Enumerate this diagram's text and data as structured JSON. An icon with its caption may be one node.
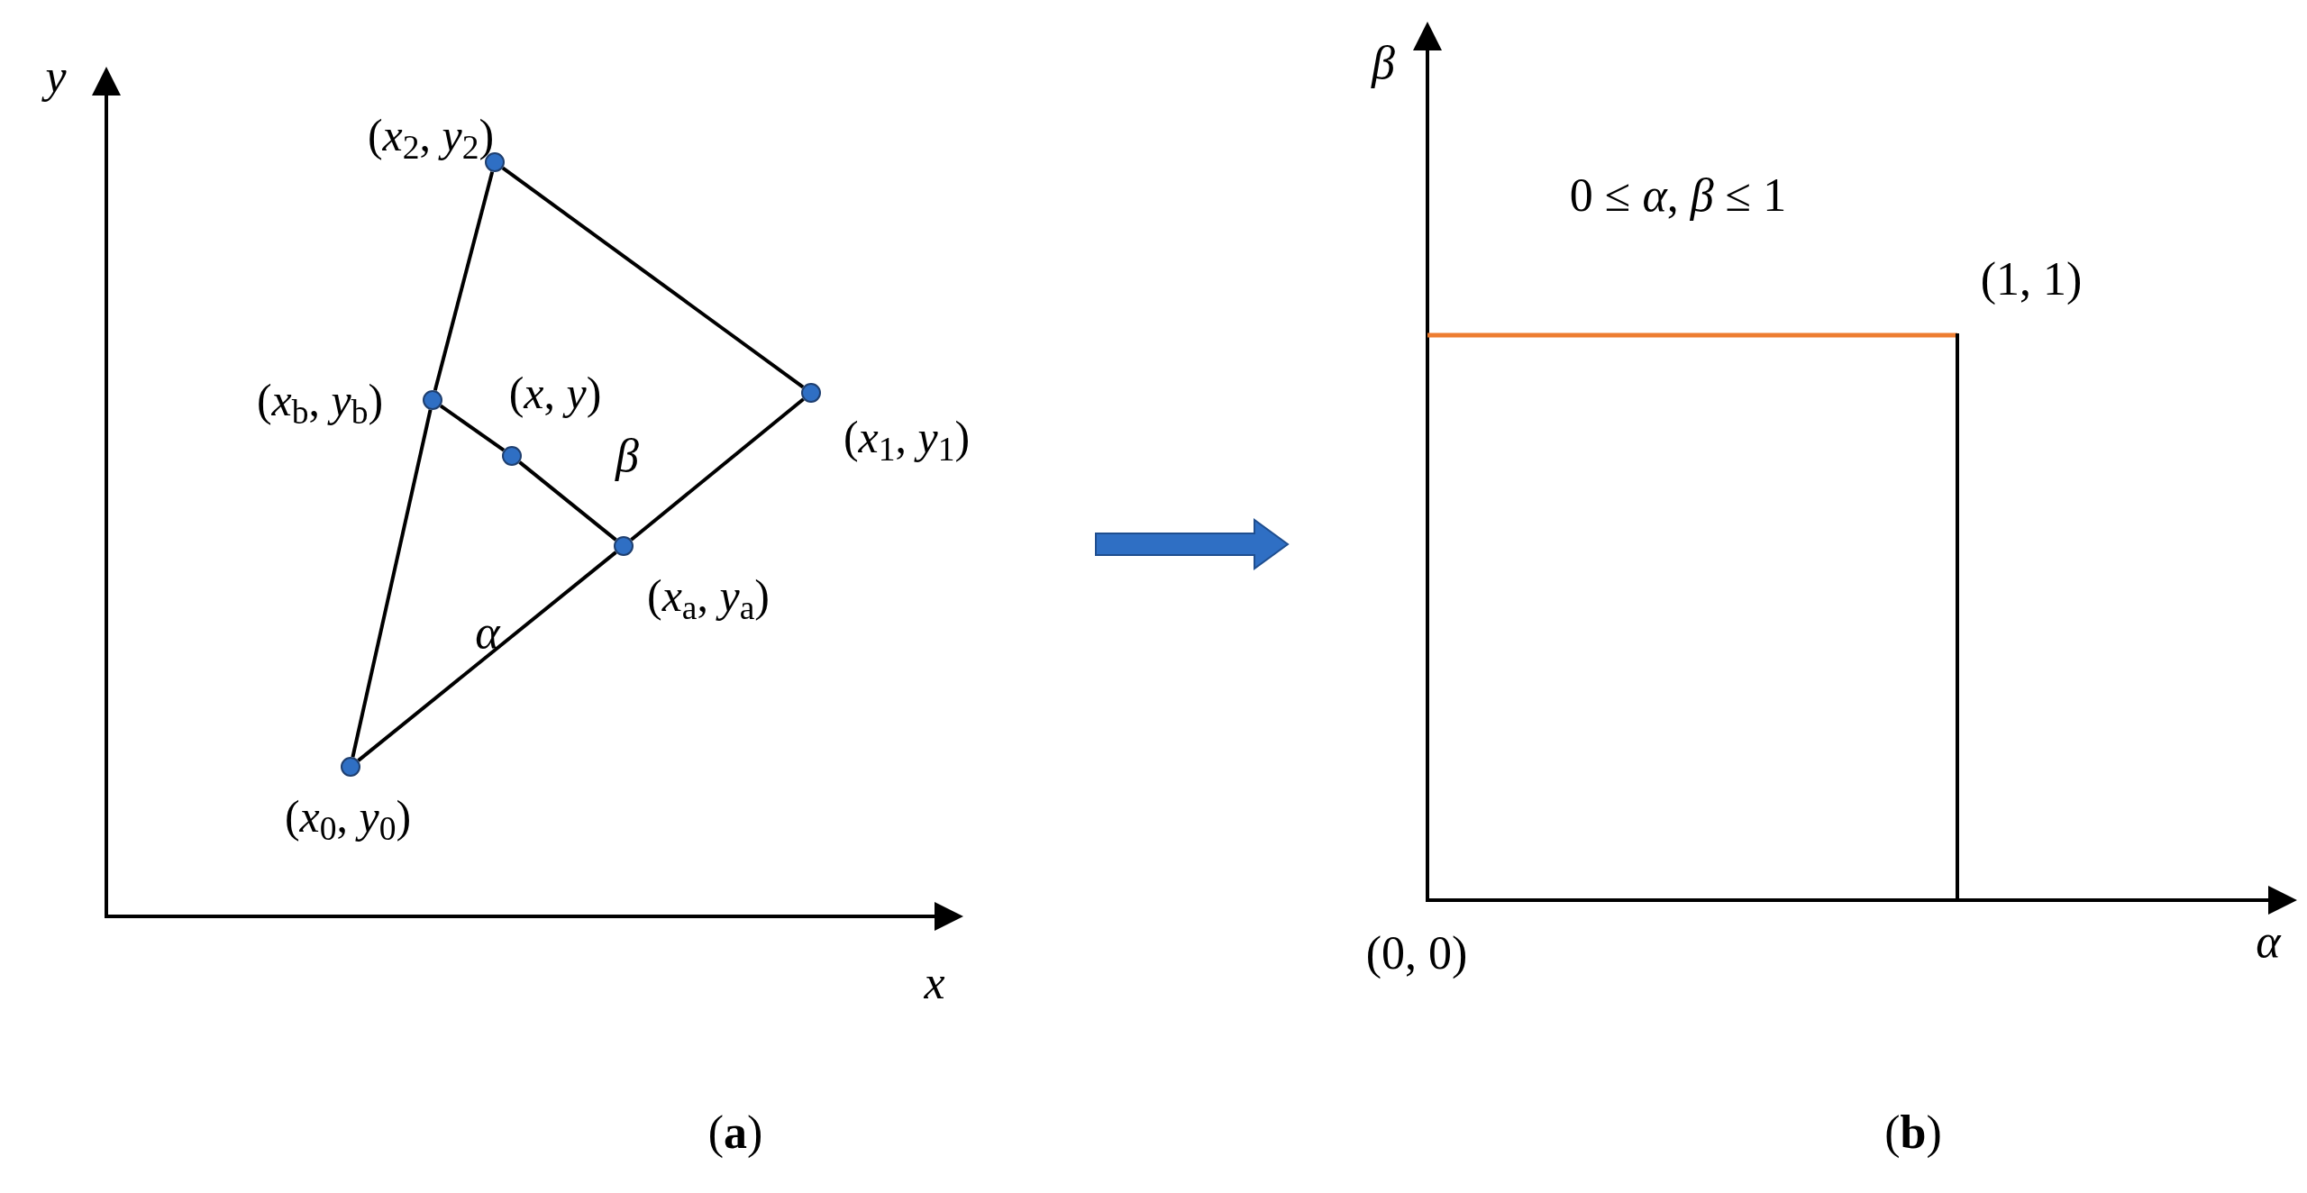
{
  "diagram": {
    "nodes": [
      {
        "text": [],
        "shape": "circle",
        "beside": [
          "(*x*$_{2}$, *y*$_{2}$)"
        ]
      },
      {
        "text": [],
        "shape": "circle",
        "beside": [
          "(*x*$_{b}$, *y*$_{b}$)"
        ]
      },
      {
        "text": [],
        "shape": "circle",
        "beside": [
          "(*x*, *y*)"
        ]
      },
      {
        "text": [],
        "shape": "circle",
        "beside": [
          "(*x*$_{1}$, *y*$_{1}$)"
        ]
      },
      {
        "text": [],
        "shape": "circle",
        "beside": [
          "(*x*$_{a}$, *y*$_{a}$)"
        ]
      },
      {
        "text": [],
        "shape": "circle",
        "beside": [
          "(*x*$_{0}$, *y*$_{0}$)"
        ]
      }
    ],
    "edges": [
      {
        "from": 5,
        "to": 1,
        "arrow": "none"
      },
      {
        "from": 1,
        "to": 0,
        "arrow": "none"
      },
      {
        "from": 0,
        "to": 3,
        "arrow": "none"
      },
      {
        "from": 3,
        "to": 4,
        "arrow": "none"
      },
      {
        "from": 4,
        "to": 5,
        "arrow": "none"
      },
      {
        "from": 1,
        "to": 2,
        "arrow": "none"
      },
      {
        "from": 2,
        "to": 4,
        "arrow": "none"
      }
    ],
    "labels": [
      "y",
      "x",
      "β",
      "α",
      "β",
      "0 ≤ *α*, *β* ≤ 1",
      "(1, 1)",
      "(0, 0)",
      "α",
      "(**a**)",
      "(**b**)"
    ]
  }
}
